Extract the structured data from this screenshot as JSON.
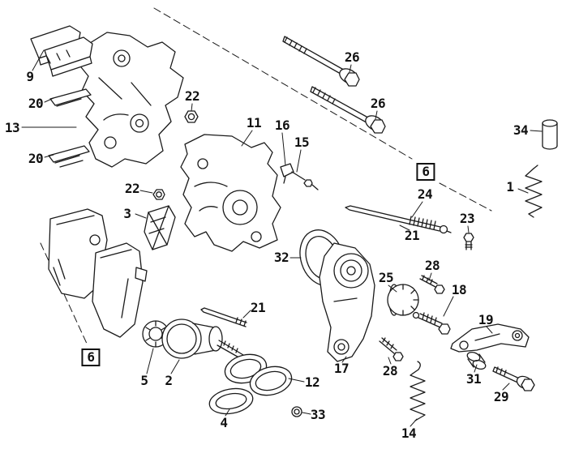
{
  "diagram": {
    "kind": "exploded-parts-diagram",
    "colors": {
      "line": "#1a1a1a",
      "background": "#ffffff"
    },
    "labels": [
      {
        "text": "9",
        "boxed": false
      },
      {
        "text": "20",
        "boxed": false
      },
      {
        "text": "13",
        "boxed": false
      },
      {
        "text": "20",
        "boxed": false
      },
      {
        "text": "22",
        "boxed": false
      },
      {
        "text": "11",
        "boxed": false
      },
      {
        "text": "16",
        "boxed": false
      },
      {
        "text": "15",
        "boxed": false
      },
      {
        "text": "26",
        "boxed": false
      },
      {
        "text": "26",
        "boxed": false
      },
      {
        "text": "34",
        "boxed": false
      },
      {
        "text": "1",
        "boxed": false
      },
      {
        "text": "6",
        "boxed": true
      },
      {
        "text": "24",
        "boxed": false
      },
      {
        "text": "23",
        "boxed": false
      },
      {
        "text": "21",
        "boxed": false
      },
      {
        "text": "28",
        "boxed": false
      },
      {
        "text": "25",
        "boxed": false
      },
      {
        "text": "18",
        "boxed": false
      },
      {
        "text": "19",
        "boxed": false
      },
      {
        "text": "32",
        "boxed": false
      },
      {
        "text": "3",
        "boxed": false
      },
      {
        "text": "22",
        "boxed": false
      },
      {
        "text": "21",
        "boxed": false
      },
      {
        "text": "5",
        "boxed": false
      },
      {
        "text": "2",
        "boxed": false
      },
      {
        "text": "17",
        "boxed": false
      },
      {
        "text": "31",
        "boxed": false
      },
      {
        "text": "29",
        "boxed": false
      },
      {
        "text": "28",
        "boxed": false
      },
      {
        "text": "12",
        "boxed": false
      },
      {
        "text": "4",
        "boxed": false
      },
      {
        "text": "33",
        "boxed": false
      },
      {
        "text": "14",
        "boxed": false
      },
      {
        "text": "6",
        "boxed": true
      }
    ]
  }
}
